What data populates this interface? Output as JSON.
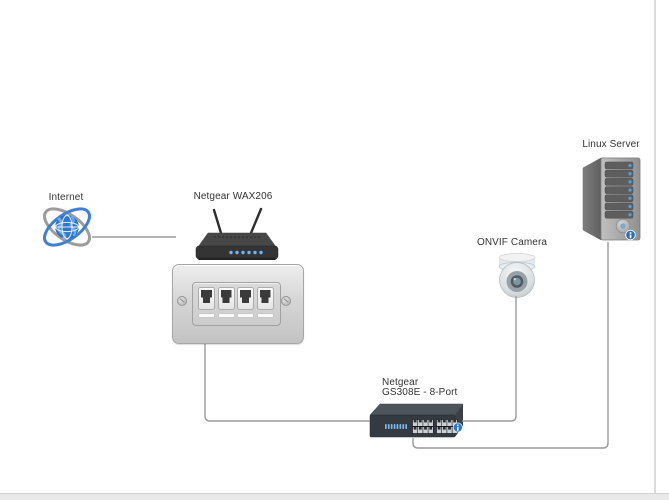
{
  "page": {
    "background_color": "#ffffff",
    "bottom_bar_color": "#e9e9e9",
    "right_edge_color": "#dcdcdc"
  },
  "diagram": {
    "line_color": "#9a9a9a",
    "accent_blue": "#3f7fd6",
    "led_blue": "#70b4f4",
    "device_dark": "#3a3a3a",
    "nodes": {
      "internet": {
        "label": "Internet",
        "icon": "internet-atom-globe-icon"
      },
      "router": {
        "label": "Netgear WAX206",
        "icon": "wireless-router-icon"
      },
      "wall_plate": {
        "icon": "ethernet-wall-plate-icon",
        "port_count": 4
      },
      "camera": {
        "label": "ONVIF Camera",
        "icon": "dome-camera-icon"
      },
      "server": {
        "label": "Linux Server",
        "icon": "tower-server-icon",
        "bay_count": 7
      },
      "switch": {
        "label_line1": "Netgear",
        "label_line2": "GS308E - 8-Port",
        "icon": "network-switch-icon"
      }
    },
    "connections": [
      {
        "from": "internet",
        "to": "router"
      },
      {
        "from": "wall-plate",
        "to": "switch"
      },
      {
        "from": "camera",
        "to": "switch"
      },
      {
        "from": "switch",
        "to": "server"
      }
    ]
  }
}
